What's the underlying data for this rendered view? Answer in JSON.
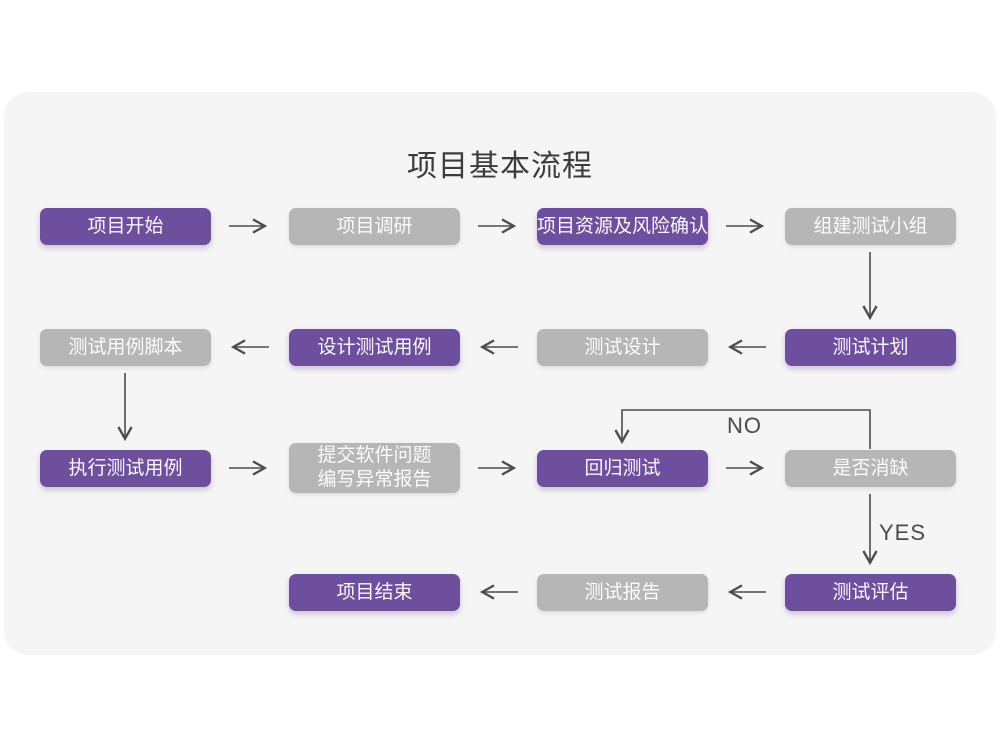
{
  "title": "项目基本流程",
  "colors": {
    "purple": "#6e4f9e",
    "gray": "#b6b6b6",
    "card_bg": "#f5f5f6",
    "arrow": "#4d4d4d"
  },
  "flow": {
    "nodes": [
      {
        "label": "项目开始",
        "style": "purple"
      },
      {
        "label": "项目调研",
        "style": "gray"
      },
      {
        "label": "项目资源及风险确认",
        "style": "purple"
      },
      {
        "label": "组建测试小组",
        "style": "gray"
      },
      {
        "label": "测试计划",
        "style": "purple"
      },
      {
        "label": "测试设计",
        "style": "gray"
      },
      {
        "label": "设计测试用例",
        "style": "purple"
      },
      {
        "label": "测试用例脚本",
        "style": "gray"
      },
      {
        "label": "执行测试用例",
        "style": "purple"
      },
      {
        "label": "提交软件问题\n编写异常报告",
        "style": "gray"
      },
      {
        "label": "回归测试",
        "style": "purple"
      },
      {
        "label": "是否消缺",
        "style": "gray"
      },
      {
        "label": "测试评估",
        "style": "purple"
      },
      {
        "label": "测试报告",
        "style": "gray"
      },
      {
        "label": "项目结束",
        "style": "purple"
      }
    ],
    "decision_labels": {
      "no": "NO",
      "yes": "YES"
    }
  }
}
